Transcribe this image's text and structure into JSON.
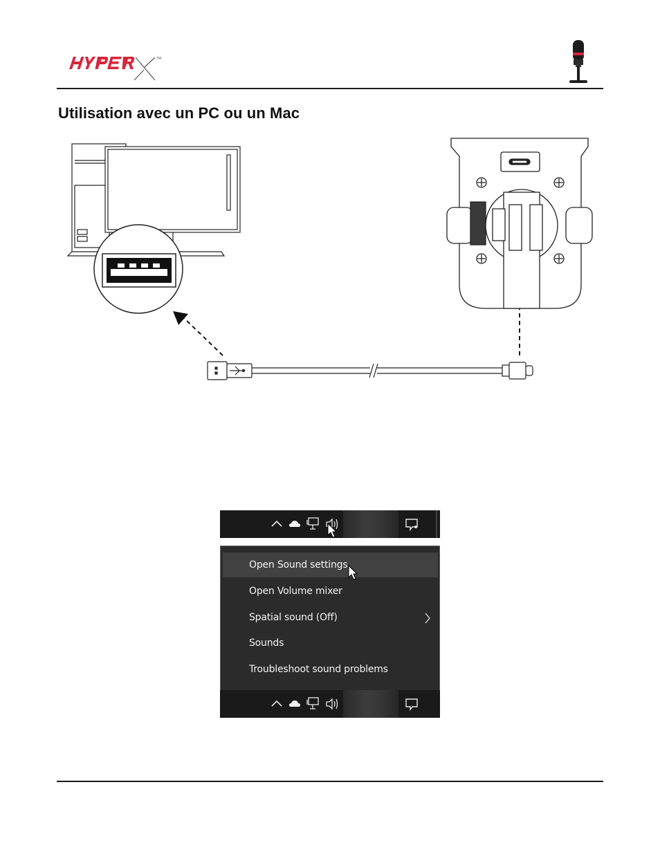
{
  "header": {
    "logo_text": "HyperX",
    "logo_icon": "hyperx-logo",
    "product_icon": "microphone-icon"
  },
  "section": {
    "title": "Utilisation avec un PC ou un Mac"
  },
  "diagram": {
    "computer_icon": "desktop-computer-icon",
    "usb_port_icon": "usb-a-port-icon",
    "usb_plug_icon": "usb-a-plug-icon",
    "usb_c_plug_icon": "usb-c-plug-icon",
    "microphone_port_icon": "microphone-usb-c-port-icon"
  },
  "taskbar_top": {
    "icons": [
      "chevron-up-icon",
      "cloud-icon",
      "network-icon",
      "speaker-icon",
      "notification-icon"
    ]
  },
  "context_menu": {
    "items": [
      {
        "label": "Open Sound settings"
      },
      {
        "label": "Open Volume mixer"
      },
      {
        "label": "Spatial sound (Off)"
      },
      {
        "label": "Sounds"
      },
      {
        "label": "Troubleshoot sound problems"
      }
    ]
  },
  "taskbar_bottom": {
    "icons": [
      "chevron-up-icon",
      "cloud-icon",
      "network-icon",
      "speaker-icon",
      "notification-icon"
    ]
  },
  "colors": {
    "brand_red": "#d7263d",
    "taskbar_bg": "#1a1a1a",
    "menu_bg": "#2b2b2b",
    "menu_hover": "#414141"
  }
}
